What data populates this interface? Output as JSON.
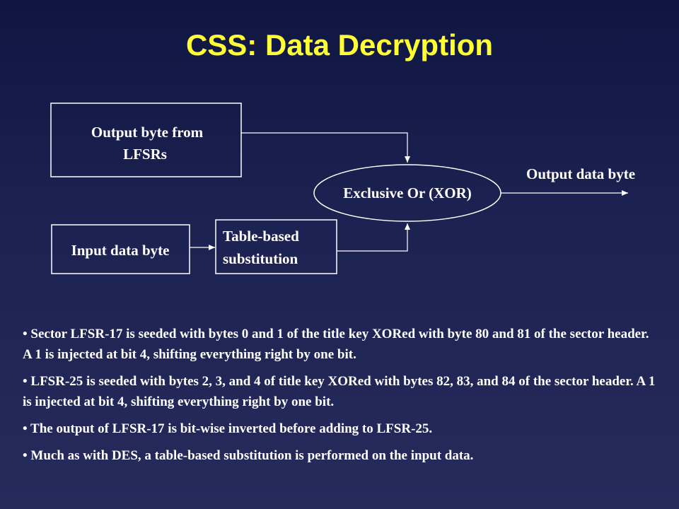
{
  "slide": {
    "title": "CSS: Data Decryption"
  },
  "diagram": {
    "lfsr_box": {
      "line1": "Output byte from",
      "line2": "LFSRs"
    },
    "xor_node": {
      "label": "Exclusive Or (XOR)"
    },
    "output_label": "Output data byte",
    "input_box": {
      "label": "Input data byte"
    },
    "substitution_box": {
      "line1": "Table-based",
      "line2": "substitution"
    },
    "colors": {
      "stroke": "#ffffff",
      "box_fill": "#1b2150"
    }
  },
  "bullets": [
    "• Sector LFSR-17 is seeded with bytes 0 and 1 of the title key XORed with byte 80 and 81 of the sector header. A 1 is injected at bit 4, shifting everything right by one bit.",
    "• LFSR-25 is seeded with bytes 2, 3, and 4 of title key XORed with bytes 82, 83, and 84 of the sector header. A 1 is injected at bit 4, shifting everything right by one bit.",
    "• The output of LFSR-17 is bit-wise inverted before adding to LFSR-25.",
    "• Much as with DES, a table-based substitution is performed on the input data."
  ],
  "colors": {
    "title": "#ffff33",
    "text": "#ffffff"
  }
}
